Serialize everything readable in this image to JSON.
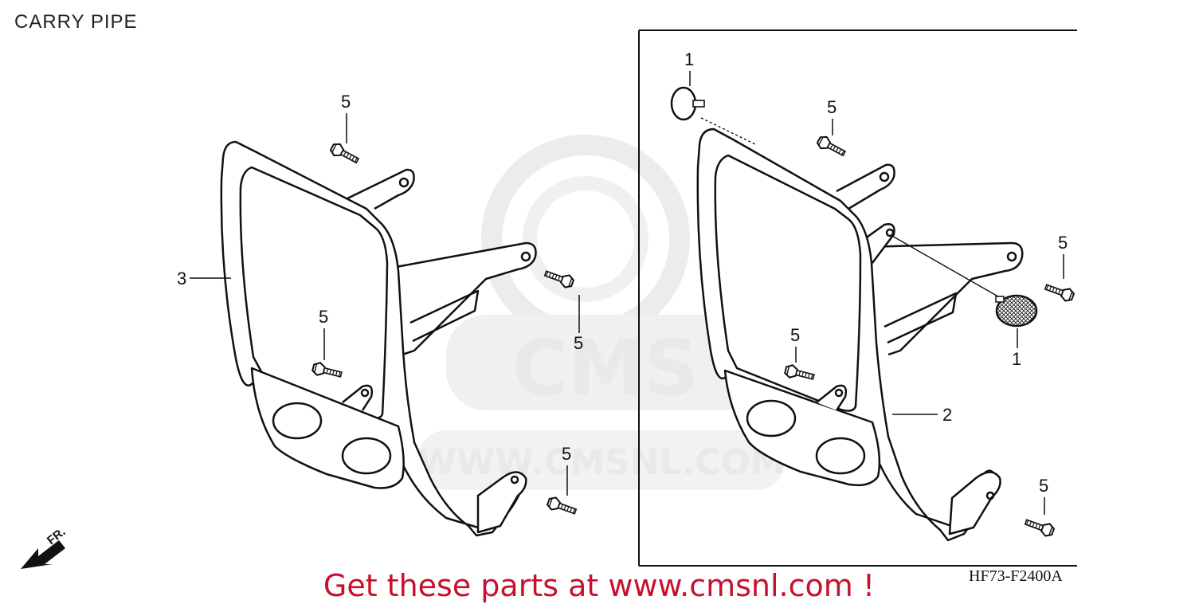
{
  "title": "CARRY PIPE",
  "diagram_code": "HF73-F2400A",
  "promo_text": "Get these parts at www.cmsnl.com !",
  "front_marker": "FR.",
  "watermark": {
    "logo_text": "CMS",
    "url_text": "WWW.CMSNL.COM"
  },
  "left_assembly": {
    "callouts": [
      {
        "ref": "3",
        "part": "carry pipe (left)"
      },
      {
        "ref": "5",
        "part": "bolt (top)"
      },
      {
        "ref": "5",
        "part": "bolt (middle)"
      },
      {
        "ref": "5",
        "part": "bolt (right side)"
      },
      {
        "ref": "5",
        "part": "bolt (bottom)"
      }
    ]
  },
  "right_assembly": {
    "callouts": [
      {
        "ref": "1",
        "part": "reflector (top)"
      },
      {
        "ref": "1",
        "part": "reflector (right)"
      },
      {
        "ref": "2",
        "part": "carry pipe (right)"
      },
      {
        "ref": "5",
        "part": "bolt (top)"
      },
      {
        "ref": "5",
        "part": "bolt (right side)"
      },
      {
        "ref": "5",
        "part": "bolt (middle)"
      },
      {
        "ref": "5",
        "part": "bolt (bottom)"
      }
    ]
  },
  "colors": {
    "ink": "#111111",
    "promo": "#c8102e",
    "watermark": "#e6e6e6"
  }
}
